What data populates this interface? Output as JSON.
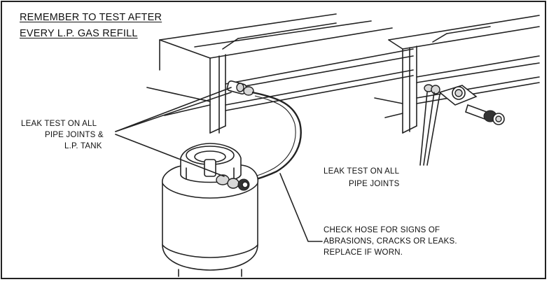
{
  "title": {
    "line1": "REMEMBER TO TEST AFTER",
    "line2": "EVERY L.P. GAS REFILL"
  },
  "callouts": {
    "left": {
      "line1": "LEAK TEST ON ALL",
      "line2": "PIPE JOINTS &",
      "line3": "L.P. TANK"
    },
    "right": {
      "line1": "LEAK TEST ON ALL",
      "line2": "PIPE JOINTS"
    },
    "hose": {
      "line1": "CHECK HOSE FOR SIGNS OF",
      "line2": "ABRASIONS, CRACKS OR LEAKS.",
      "line3": "REPLACE IF WORN."
    }
  }
}
